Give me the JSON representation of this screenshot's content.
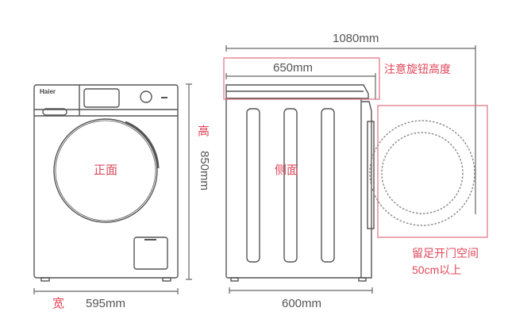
{
  "front": {
    "brand": "Haier",
    "label": "正面",
    "width_label": "宽",
    "width_value": "595mm",
    "height_label": "高",
    "height_value": "850mm"
  },
  "side": {
    "label": "侧面",
    "depth_value": "600mm",
    "knob_depth_value": "650mm",
    "total_depth_value": "1080mm",
    "knob_note": "注意旋钮高度",
    "door_note_line1": "留足开门空间",
    "door_note_line2": "50cm以上"
  },
  "colors": {
    "line": "#555555",
    "accent_red": "#e0475a",
    "dashed": "#888888"
  }
}
